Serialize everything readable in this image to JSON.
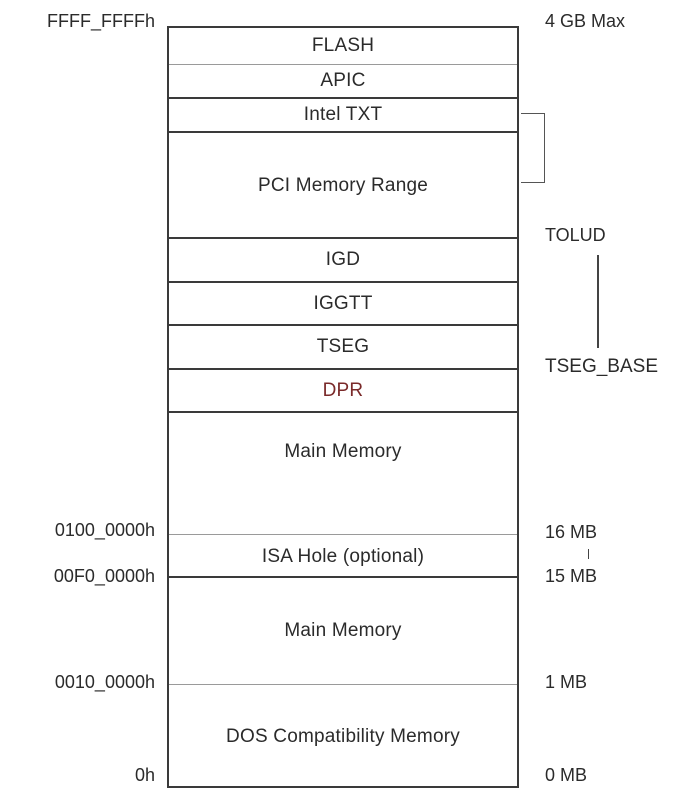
{
  "regions": {
    "flash": "FLASH",
    "apic": "APIC",
    "intel_txt": "Intel TXT",
    "pci_memory_range": "PCI Memory Range",
    "igd": "IGD",
    "iggtt": "IGGTT",
    "tseg": "TSEG",
    "dpr": "DPR",
    "main_memory_upper": "Main Memory",
    "isa_hole": "ISA Hole (optional)",
    "main_memory_lower": "Main Memory",
    "dos_compat": "DOS Compatibility Memory"
  },
  "left_addresses": {
    "top": "FFFF_FFFFh",
    "a16mb": "0100_0000h",
    "a15mb": "00F0_0000h",
    "a1mb": "0010_0000h",
    "zero": "0h"
  },
  "right_labels": {
    "max": "4 GB Max",
    "tolud": "TOLUD",
    "tseg_base": "TSEG_BASE",
    "mb16": "16 MB",
    "mb15": "15 MB",
    "mb1": "1 MB",
    "mb0": "0 MB"
  },
  "colors": {
    "border": "#3a3a3a",
    "text": "#2b2b2b",
    "dpr_text": "#7a2a2a"
  }
}
